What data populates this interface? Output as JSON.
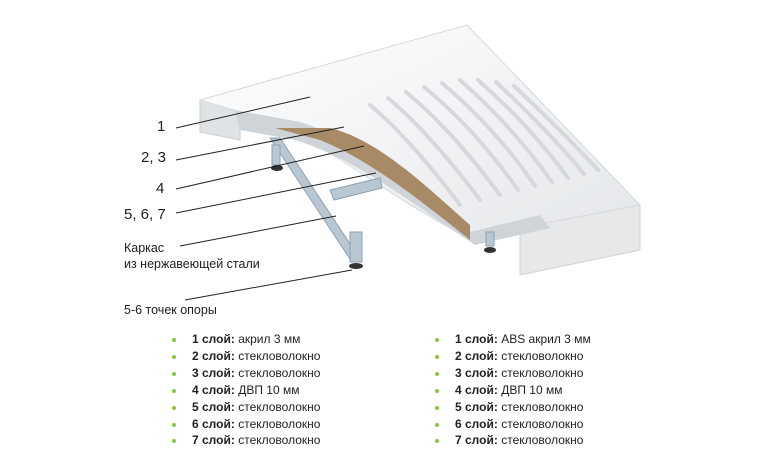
{
  "callouts": {
    "l1": "1",
    "l23": "2, 3",
    "l4": "4",
    "l567": "5, 6, 7",
    "frame_line1": "Каркас",
    "frame_line2": "из нержавеющей стали",
    "supports": "5-6 точек опоры"
  },
  "left_list": [
    {
      "layer": "1 слой:",
      "material": "акрил 3 мм"
    },
    {
      "layer": "2 слой:",
      "material": "стекловолокно"
    },
    {
      "layer": "3 слой:",
      "material": "стекловолокно"
    },
    {
      "layer": "4 слой:",
      "material": "ДВП 10 мм"
    },
    {
      "layer": "5 слой:",
      "material": "стекловолокно"
    },
    {
      "layer": "6 слой:",
      "material": "стекловолокно"
    },
    {
      "layer": "7 слой:",
      "material": "стекловолокно"
    }
  ],
  "right_list": [
    {
      "layer": "1 слой:",
      "material": "ABS акрил 3 мм"
    },
    {
      "layer": "2 слой:",
      "material": "стекловолокно"
    },
    {
      "layer": "3 слой:",
      "material": "стекловолокно"
    },
    {
      "layer": "4 слой:",
      "material": "ДВП 10 мм"
    },
    {
      "layer": "5 слой:",
      "material": "стекловолокно"
    },
    {
      "layer": "6 слой:",
      "material": "стекловолокно"
    },
    {
      "layer": "7 слой:",
      "material": "стекловолокно"
    }
  ],
  "colors": {
    "bullet": "#8cc63f",
    "fiberboard": "#a88a66",
    "acrylic": "#f2f3f5",
    "frame": "#b9c7d3"
  }
}
